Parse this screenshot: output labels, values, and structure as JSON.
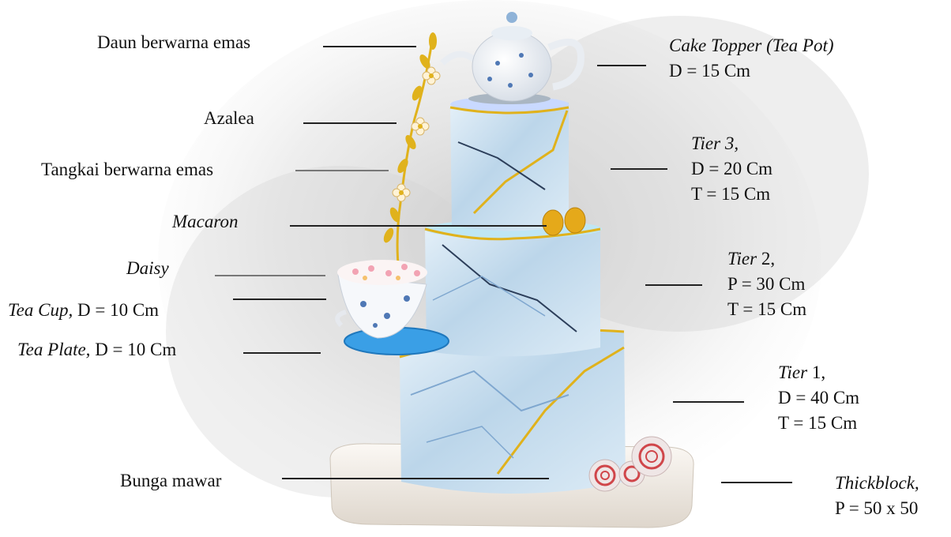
{
  "labels": {
    "daun": "Daun berwarna emas",
    "azalea": "Azalea",
    "tangkai": "Tangkai berwarna emas",
    "macaron": "Macaron",
    "daisy": "Daisy",
    "tea_cup_name": "Tea Cup,",
    "tea_cup_dim": "D = 10 Cm",
    "tea_plate_name": "Tea Plate,",
    "tea_plate_dim": "D = 10 Cm",
    "bunga_mawar": "Bunga mawar",
    "topper_name": "Cake Topper (Tea Pot)",
    "topper_dim": "D = 15 Cm",
    "tier3_name": "Tier 3,",
    "tier3_d": "D = 20 Cm",
    "tier3_t": "T = 15 Cm",
    "tier2_word": "Tier",
    "tier2_num": " 2,",
    "tier2_p": "P = 30 Cm",
    "tier2_t": "T = 15 Cm",
    "tier1_word": "Tier",
    "tier1_num": " 1,",
    "tier1_d": "D = 40 Cm",
    "tier1_t": "T = 15 Cm",
    "thickblock_name": "Thickblock,",
    "thickblock_p": "P = 50 x 50"
  },
  "colors": {
    "marble": "#cfe4f2",
    "marble_vein": "#7fa7cf",
    "gold": "#e0b21c",
    "board": "#f3eee8",
    "plate": "#3a9fe6",
    "rose": "#d0464a"
  }
}
